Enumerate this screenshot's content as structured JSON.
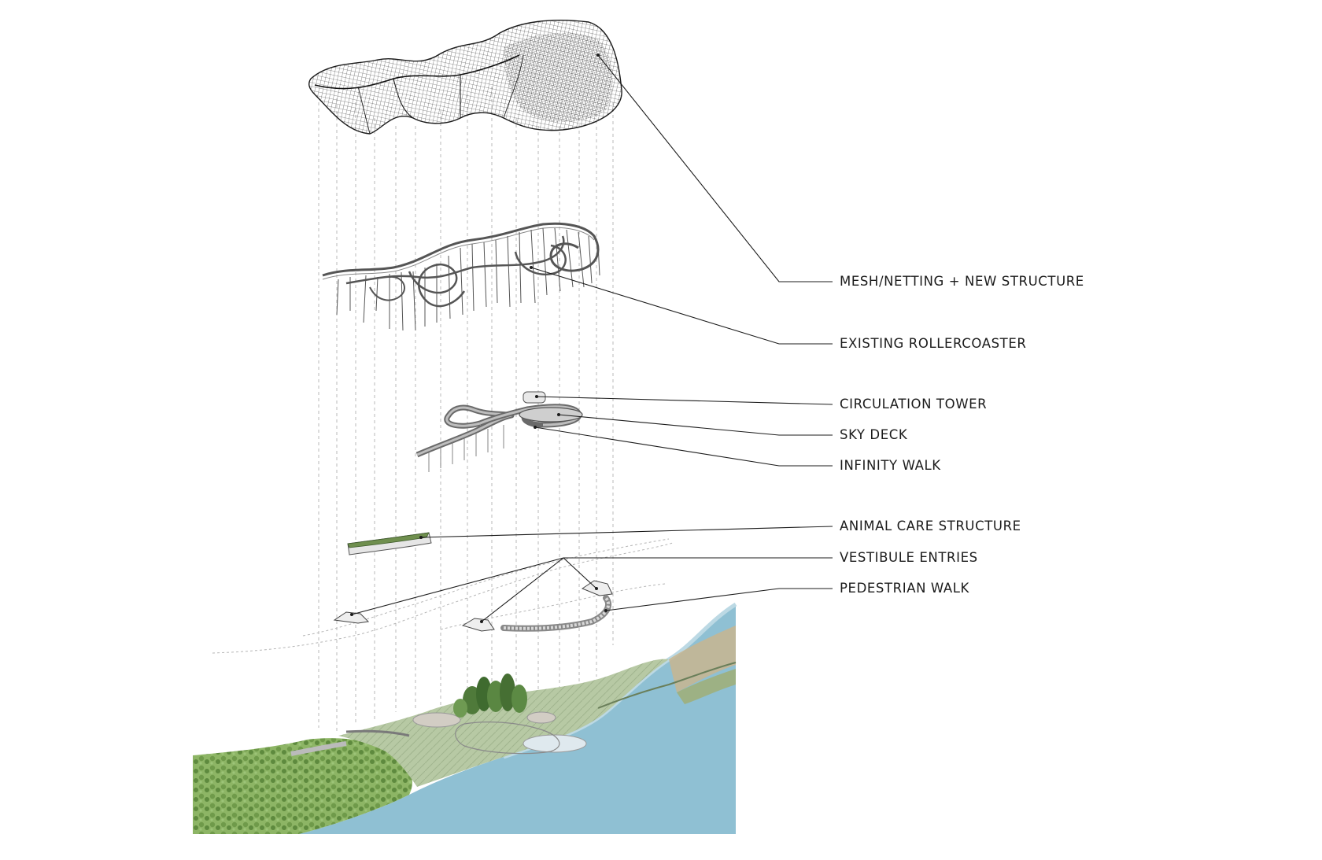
{
  "labels": {
    "mesh": "MESH/NETTING + NEW STRUCTURE",
    "rollercoaster": "EXISTING ROLLERCOASTER",
    "tower": "CIRCULATION TOWER",
    "skydeck": "SKY DECK",
    "infinity": "INFINITY WALK",
    "animalcare": "ANIMAL CARE STRUCTURE",
    "vestibule": "VESTIBULE ENTRIES",
    "pedestrian": "PEDESTRIAN WALK"
  },
  "colors": {
    "background": "#ffffff",
    "ink": "#1b1b1b",
    "water": "#8fc0d3",
    "vegetation": "#7ea654",
    "mesh": "#2a2a2a",
    "deck": "#8c8c8c",
    "green_roof": "#6f8f4e"
  }
}
